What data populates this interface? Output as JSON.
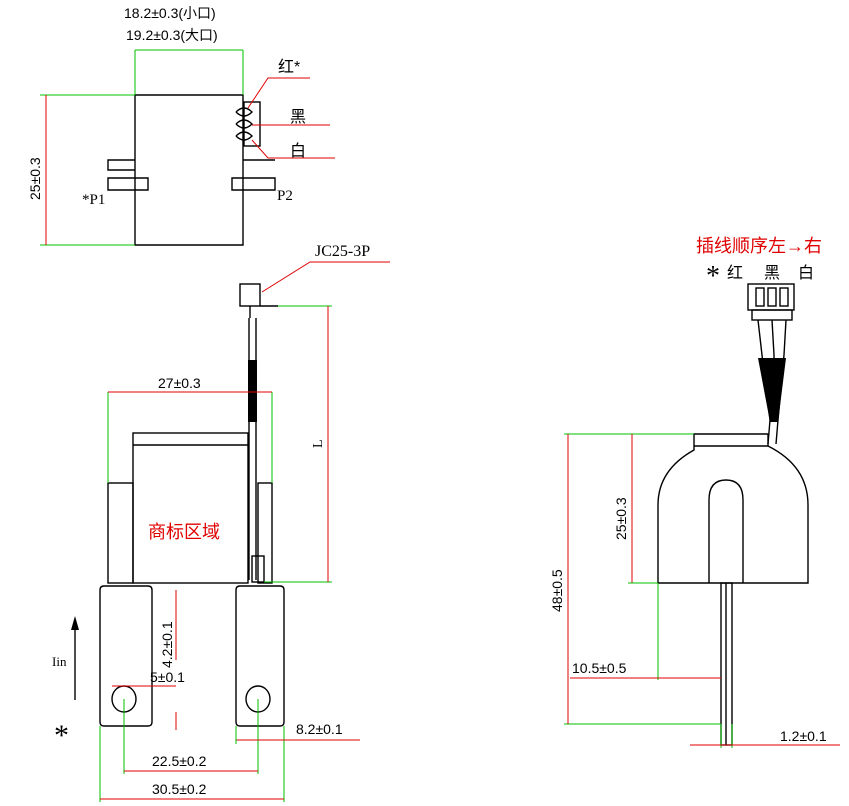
{
  "top_view": {
    "dim_small": "18.2±0.3(小口)",
    "dim_large": "19.2±0.3(大口)",
    "dim_height": "25±0.3",
    "label_p1": "*P1",
    "label_p2": "P2",
    "wire_red": "红*",
    "wire_black": "黑",
    "wire_white": "白"
  },
  "front_view": {
    "connector": "JC25-3P",
    "dim_width": "27±0.3",
    "dim_length": "L",
    "logo_area": "商标区域",
    "dim_pin_drop": "4.2±0.1",
    "dim_hole": "5±0.1",
    "dim_pin_pitch": "22.5±0.2",
    "dim_overall": "30.5±0.2",
    "dim_pin_width": "8.2±0.1",
    "current_label": "Iin",
    "star": "*"
  },
  "side_view": {
    "insert_order": "插线顺序左→右",
    "star": "*",
    "wire_red": "红",
    "wire_black": "黑",
    "wire_white": "白",
    "dim_height_total": "48±0.5",
    "dim_body": "25±0.3",
    "dim_offset": "10.5±0.5",
    "dim_thickness": "1.2±0.1"
  },
  "colors": {
    "dimension_line": "#00c000",
    "leader_line": "#e00000",
    "outline": "#000000",
    "callout_text": "#e00000"
  }
}
